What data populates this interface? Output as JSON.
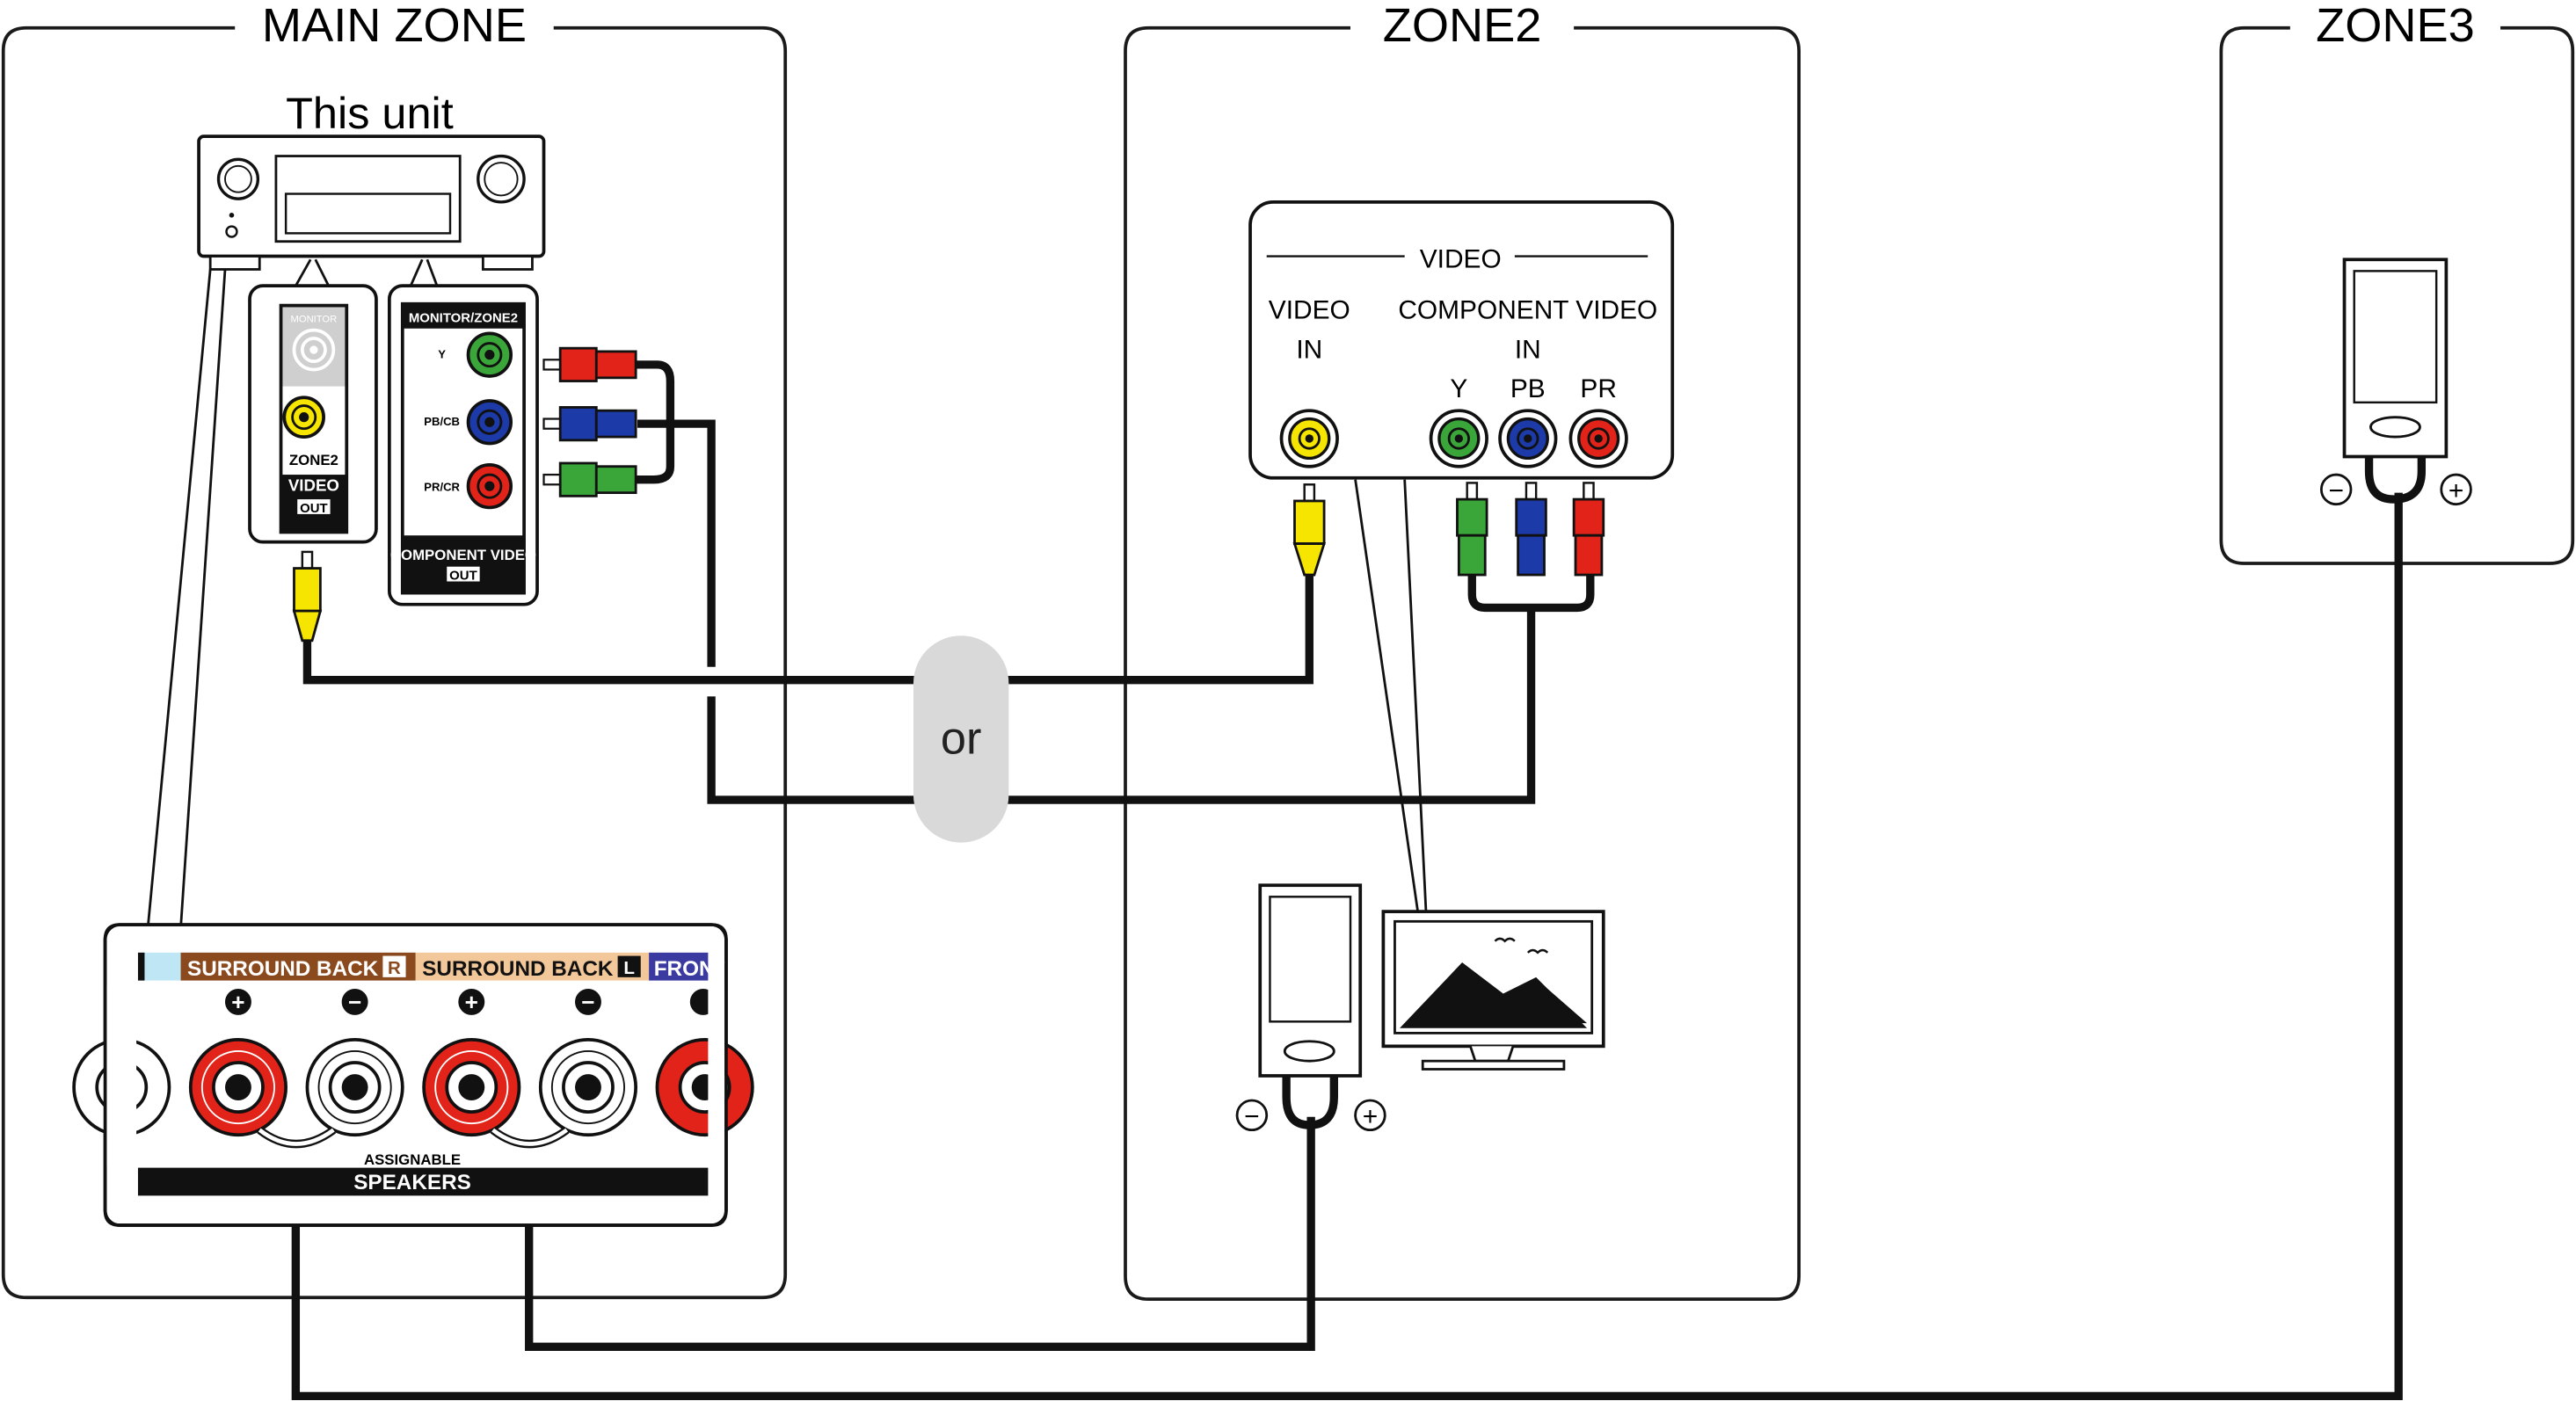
{
  "zones": {
    "main": "MAIN ZONE",
    "zone2": "ZONE2",
    "zone3": "ZONE3"
  },
  "unit_label": "This unit",
  "or_label": "or",
  "main_panel": {
    "video_out": {
      "monitor": "MONITOR",
      "zone2": "ZONE2",
      "video": "VIDEO",
      "out": "OUT"
    },
    "component_out": {
      "header": "MONITOR/ZONE2",
      "y": "Y",
      "pb": "PB/CB",
      "pr": "PR/CR",
      "title": "COMPONENT VIDEO",
      "out": "OUT"
    }
  },
  "speaker_panel": {
    "surround_back_r": "SURROUND BACK",
    "r_badge": "R",
    "surround_back_l": "SURROUND BACK",
    "l_badge": "L",
    "front_partial": "FRONT",
    "plus": "+",
    "minus": "−",
    "assignable": "ASSIGNABLE",
    "speakers": "SPEAKERS"
  },
  "zone2_tv_panel": {
    "header": "VIDEO",
    "video_in_1": "VIDEO",
    "video_in_2": "IN",
    "component_1": "COMPONENT VIDEO",
    "component_2": "IN",
    "y": "Y",
    "pb": "PB",
    "pr": "PR"
  },
  "polarity": {
    "minus": "−",
    "plus": "+"
  },
  "colors": {
    "yellow": "#f6e500",
    "green": "#3aa63a",
    "blue": "#1c3aa8",
    "red": "#e2231a",
    "surround_r_bg": "#8b4a1e",
    "surround_l_bg": "#f2c79a",
    "front_bg": "#3b3aa0",
    "light_blue": "#bfe6f5",
    "or_pill": "#d9d9d9"
  }
}
